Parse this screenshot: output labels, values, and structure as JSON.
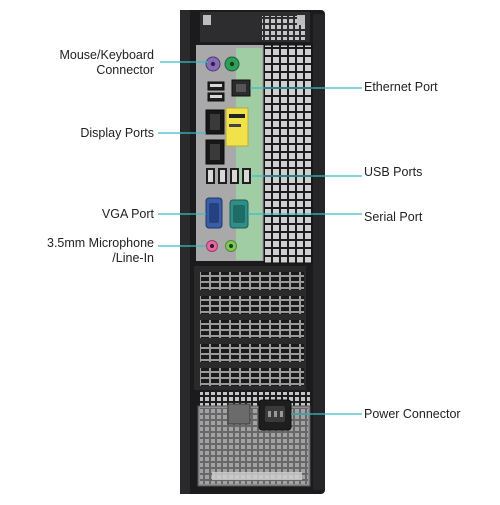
{
  "labels": {
    "mouse_keyboard": [
      "Mouse/Keyboard",
      "Connector"
    ],
    "display_ports": "Display Ports",
    "vga_port": "VGA Port",
    "microphone": [
      "3.5mm  Microphone",
      "/Line-In"
    ],
    "ethernet_port": "Ethernet Port",
    "usb_ports": "USB Ports",
    "serial_port": "Serial Port",
    "power_connector": "Power Connector"
  },
  "colors": {
    "leader_line": "#3bbcc9",
    "chassis": "#1b1b1d",
    "panel": "#a9a9a9",
    "ps2_mouse": "#2f9f57",
    "ps2_keyboard": "#8a6bb8",
    "vga": "#3a5da6",
    "serial": "#2f8f88",
    "io_green": "#9fd4a3",
    "mic_pink": "#e66aa2",
    "line_in_green": "#7ec85a",
    "sticker_yellow": "#f1e14a"
  },
  "icons": [
    "ps2-port-icon",
    "usb-port-icon",
    "display-port-icon",
    "ethernet-port-icon",
    "vga-port-icon",
    "serial-port-icon",
    "audio-jack-icon",
    "power-socket-icon"
  ]
}
